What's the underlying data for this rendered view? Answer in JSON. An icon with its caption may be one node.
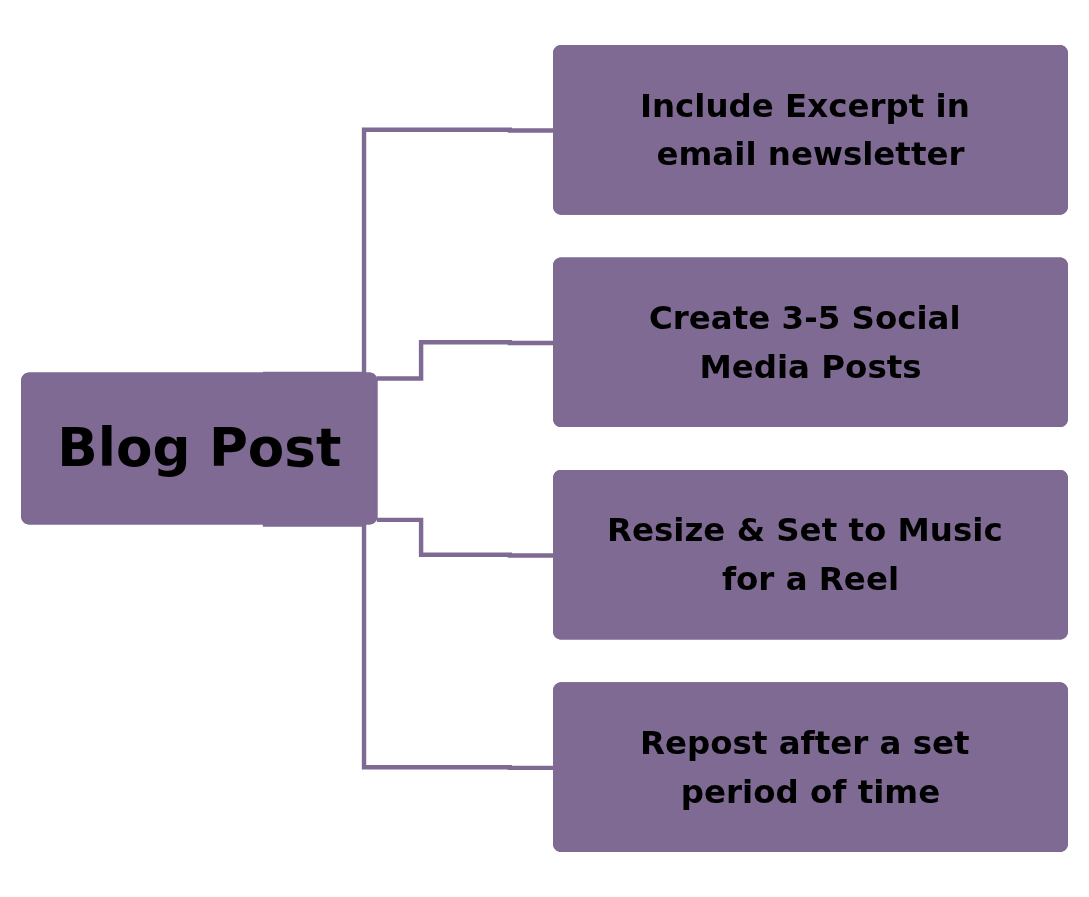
{
  "diagram": {
    "nodes": [
      {
        "text": [
          "Blog Post"
        ]
      },
      {
        "text": [
          "Include Excerpt in email newsletter"
        ]
      },
      {
        "text": [
          "Create 3-5 Social Media Posts"
        ]
      },
      {
        "text": [
          "Resize & Set to Music for a Reel"
        ]
      },
      {
        "text": [
          "Repost after a set period of time"
        ]
      }
    ],
    "edges": [
      {
        "from": 0,
        "to": 1,
        "arrow": "none"
      },
      {
        "from": 0,
        "to": 2,
        "arrow": "none"
      },
      {
        "from": 0,
        "to": 3,
        "arrow": "none"
      },
      {
        "from": 0,
        "to": 4,
        "arrow": "none"
      }
    ]
  }
}
